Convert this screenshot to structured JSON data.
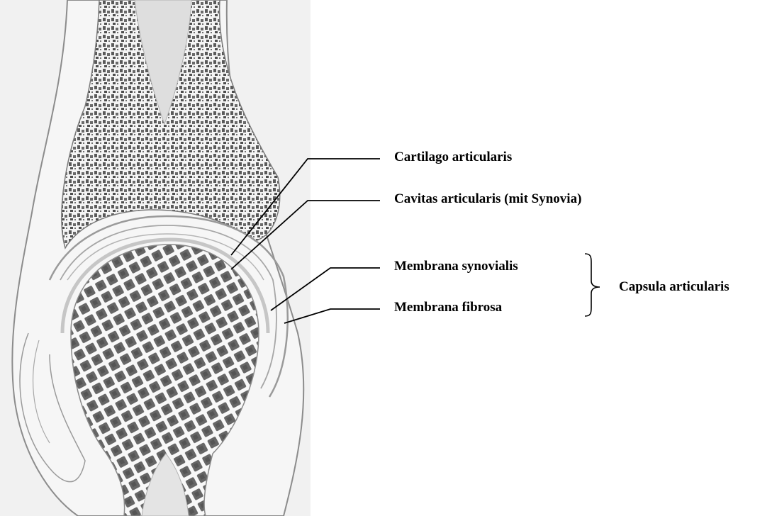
{
  "labels": {
    "cartilago": "Cartilago articularis",
    "cavitas": "Cavitas articularis (mit Synovia)",
    "membrana_synovialis": "Membrana synovialis",
    "membrana_fibrosa": "Membrana fibrosa",
    "capsula": "Capsula articularis"
  },
  "colors": {
    "background": "#ffffff",
    "panel": "#f1f1f1",
    "bone_texture": "#555555",
    "outline": "#8c8c8c",
    "leader_lines": "#000000"
  }
}
